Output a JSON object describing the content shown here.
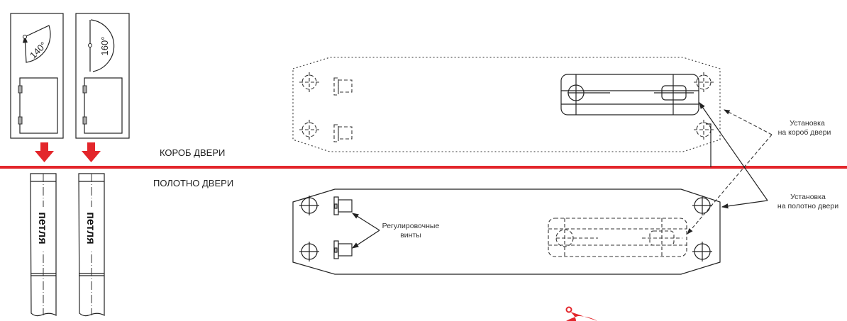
{
  "labels": {
    "frame": "КОРОБ ДВЕРИ",
    "leaf": "ПОЛОТНО ДВЕРИ",
    "angle_1": "140°",
    "angle_2": "160°",
    "hinge_1": "петля",
    "hinge_2": "петля",
    "screws_line1": "Регулировочные",
    "screws_line2": "винты",
    "mount_frame_line1": "Установка",
    "mount_frame_line2": "на короб двери",
    "mount_leaf_line1": "Установка",
    "mount_leaf_line2": "на полотно двери"
  },
  "colors": {
    "accent_red": "#e3262b",
    "line": "#222222"
  }
}
